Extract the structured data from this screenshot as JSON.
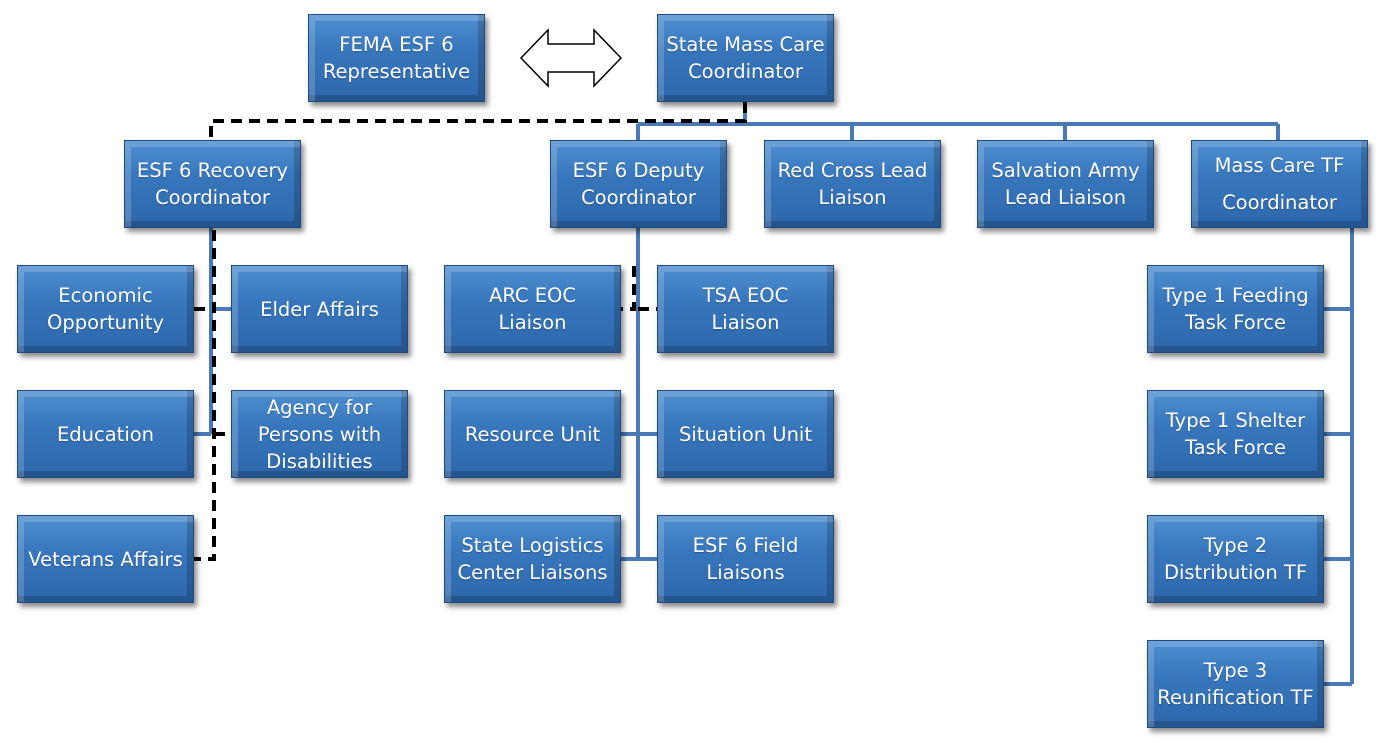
{
  "colors": {
    "box_top": "#4e8fd0",
    "box_bottom": "#2d67ab",
    "solid_connector": "#4a7ab5",
    "dashed_connector": "#000000"
  },
  "nodes": {
    "fema_rep": "FEMA ESF 6\nRepresentative",
    "state_coordinator": "State Mass Care\nCoordinator",
    "recovery_coordinator": "ESF 6 Recovery\nCoordinator",
    "deputy_coordinator": "ESF 6 Deputy\nCoordinator",
    "red_cross": "Red Cross Lead\nLiaison",
    "salvation_army": "Salvation Army\nLead Liaison",
    "mass_care_tf": "Mass Care TF\nCoordinator",
    "economic_opportunity": "Economic\nOpportunity",
    "elder_affairs": "Elder Affairs",
    "education": "Education",
    "persons_disabilities": "Agency for\nPersons with\nDisabilities",
    "veterans_affairs": "Veterans Affairs",
    "arc_eoc": "ARC EOC\nLiaison",
    "tsa_eoc": "TSA EOC\nLiaison",
    "resource_unit": "Resource Unit",
    "situation_unit": "Situation Unit",
    "logistics_center": "State Logistics\nCenter Liaisons",
    "field_liaisons": "ESF 6 Field\nLiaisons",
    "feeding_tf": "Type 1 Feeding\nTask Force",
    "shelter_tf": "Type 1 Shelter\nTask Force",
    "distribution_tf": "Type 2\nDistribution TF",
    "reunification_tf": "Type 3\nReunification TF"
  }
}
